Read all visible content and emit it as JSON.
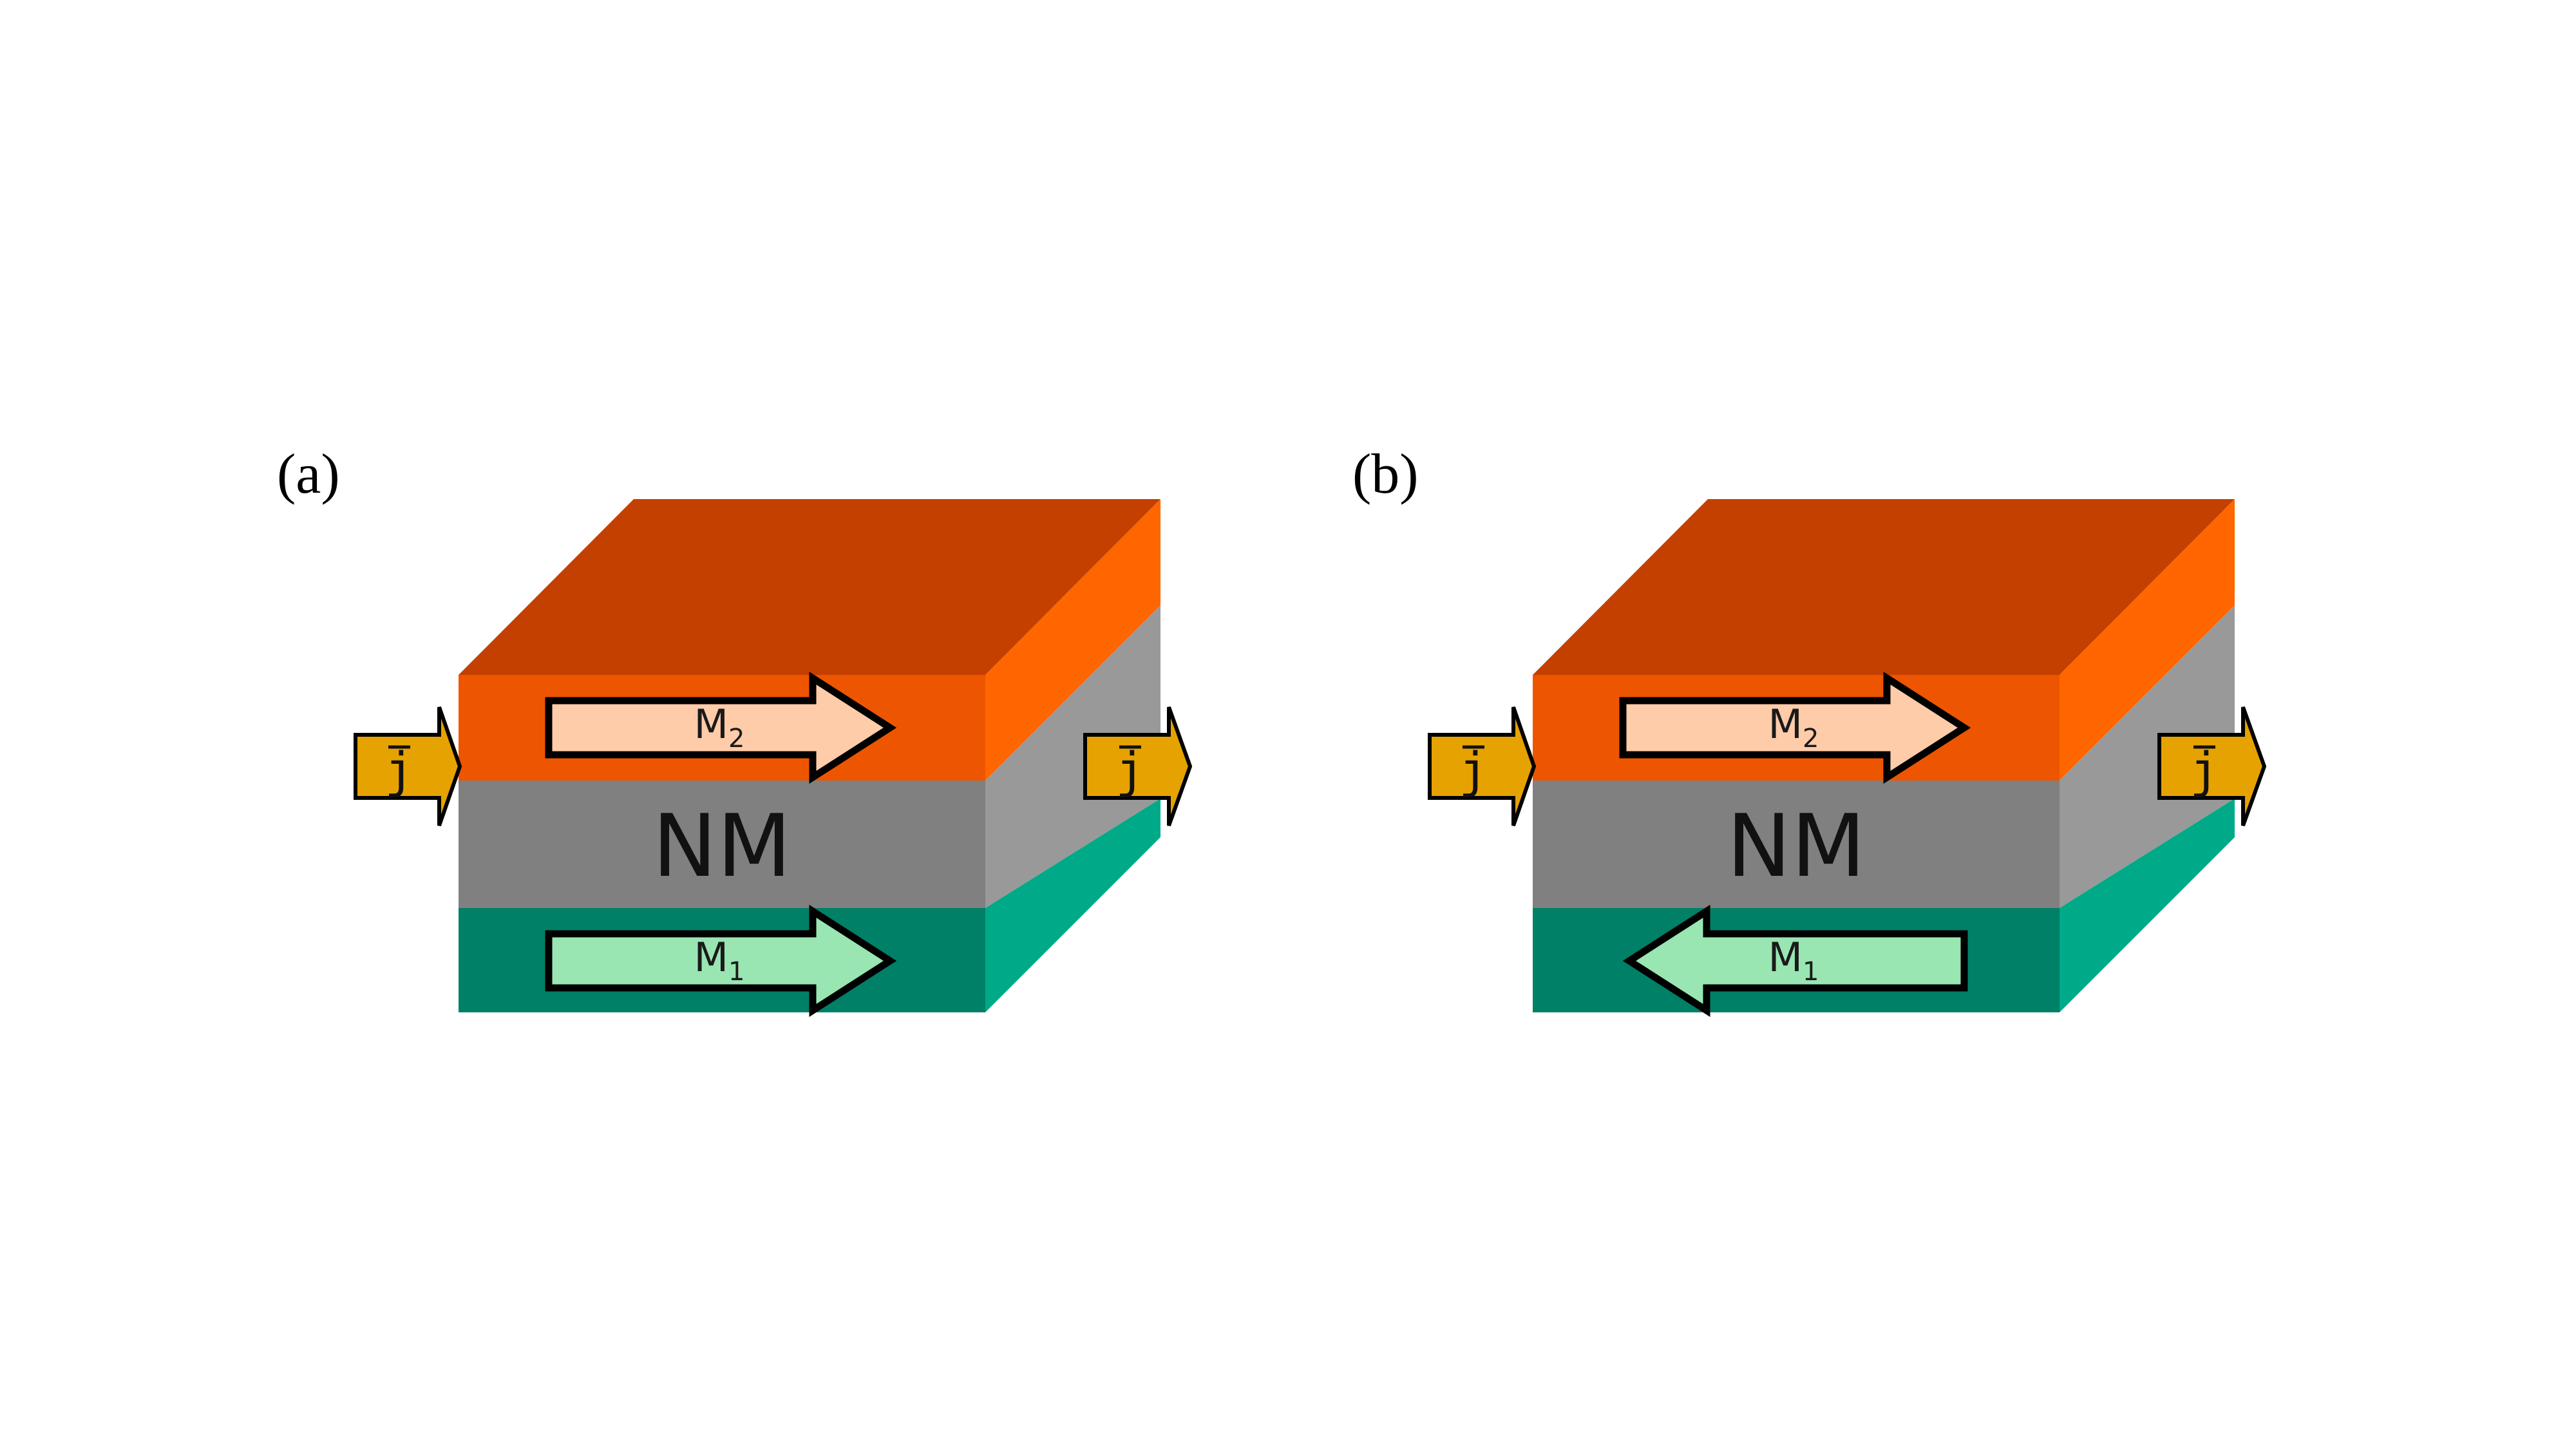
{
  "panels": [
    {
      "label": "(a)",
      "nm_label": "NM",
      "current_label": "j",
      "top_layer": {
        "symbol": "M",
        "subscript": "2",
        "direction": "right"
      },
      "bottom_layer": {
        "symbol": "M",
        "subscript": "1",
        "direction": "right"
      }
    },
    {
      "label": "(b)",
      "nm_label": "NM",
      "current_label": "j",
      "top_layer": {
        "symbol": "M",
        "subscript": "2",
        "direction": "right"
      },
      "bottom_layer": {
        "symbol": "M",
        "subscript": "1",
        "direction": "left"
      }
    }
  ],
  "colors": {
    "top_front": "#ee5500",
    "top_side": "#ff6600",
    "top_top": "#c44000",
    "nm_front": "#808080",
    "nm_side": "#999999",
    "bottom_front": "#008066",
    "bottom_side": "#00aa88",
    "m2_arrow_fill": "#ffccaa",
    "m1_arrow_fill": "#99e6b3",
    "current_arrow_fill": "#e6a200"
  }
}
